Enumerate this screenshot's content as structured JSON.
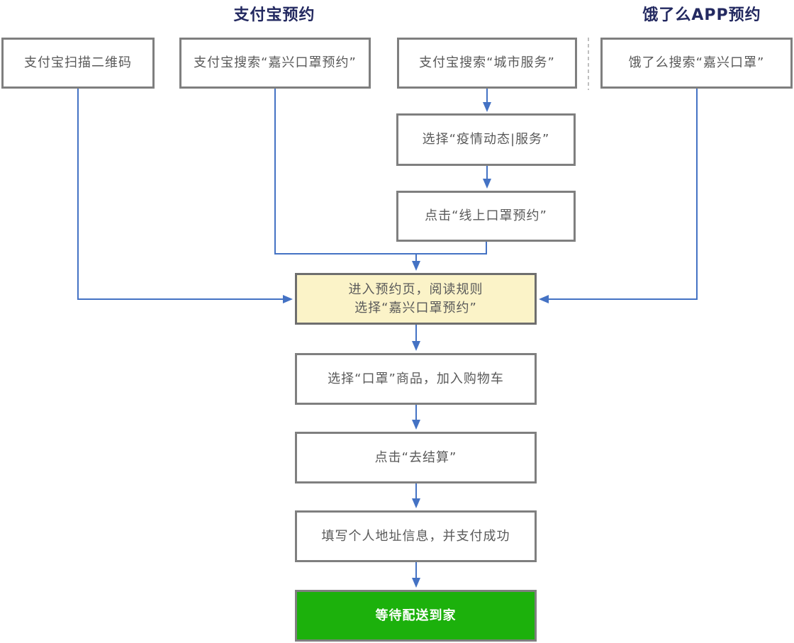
{
  "diagram": {
    "type": "flowchart",
    "title_implicit": "嘉兴口罩预约流程",
    "lanes": [
      {
        "id": "alipay",
        "header": "支付宝预约"
      },
      {
        "id": "eleme",
        "header": "饿了么APP预约"
      }
    ],
    "nodes": {
      "scan_qr": {
        "label": "支付宝扫描二维码",
        "lane": "alipay",
        "style": "plain"
      },
      "search_mask": {
        "label": "支付宝搜索“嘉兴口罩预约”",
        "lane": "alipay",
        "style": "plain"
      },
      "search_city": {
        "label": "支付宝搜索“城市服务”",
        "lane": "alipay",
        "style": "plain"
      },
      "eleme_search": {
        "label": "饿了么搜索“嘉兴口罩”",
        "lane": "eleme",
        "style": "plain"
      },
      "select_service": {
        "label": "选择“疫情动态|服务”",
        "lane": "alipay",
        "style": "plain"
      },
      "click_online": {
        "label": "点击“线上口罩预约”",
        "lane": "alipay",
        "style": "plain"
      },
      "enter_page": {
        "line1": "进入预约页，阅读规则",
        "line2": "选择“嘉兴口罩预约”",
        "style": "highlight"
      },
      "add_cart": {
        "label": "选择“口罩”商品，加入购物车",
        "style": "plain"
      },
      "checkout": {
        "label": "点击“去结算”",
        "style": "plain"
      },
      "fill_address": {
        "label": "填写个人地址信息，并支付成功",
        "style": "plain"
      },
      "wait_delivery": {
        "label": "等待配送到家",
        "style": "success"
      }
    },
    "edges": [
      {
        "from": "scan_qr",
        "to": "enter_page"
      },
      {
        "from": "search_mask",
        "to": "enter_page"
      },
      {
        "from": "search_city",
        "to": "select_service"
      },
      {
        "from": "select_service",
        "to": "click_online"
      },
      {
        "from": "click_online",
        "to": "enter_page"
      },
      {
        "from": "eleme_search",
        "to": "enter_page"
      },
      {
        "from": "enter_page",
        "to": "add_cart"
      },
      {
        "from": "add_cart",
        "to": "checkout"
      },
      {
        "from": "checkout",
        "to": "fill_address"
      },
      {
        "from": "fill_address",
        "to": "wait_delivery"
      }
    ],
    "colors": {
      "header_text": "#232960",
      "box_border": "#7F7F7F",
      "box_text": "#595959",
      "arrow": "#4472C4",
      "highlight_fill": "#FBF3C8",
      "success_fill": "#1CB10C",
      "success_text": "#FFFFFF",
      "lane_divider": "#BFBFBF"
    }
  }
}
